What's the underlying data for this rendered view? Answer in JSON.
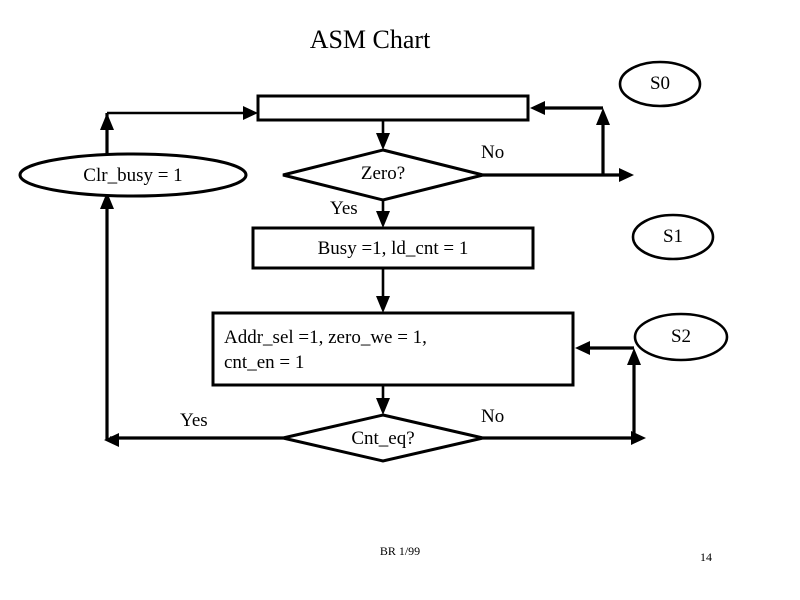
{
  "slide": {
    "title": "ASM Chart",
    "footer_center": "BR 1/99",
    "page_number": "14",
    "background_color": "#ffffff",
    "ink_color": "#000000"
  },
  "diagram": {
    "type": "asm-chart",
    "state_boxes": [
      {
        "id": "state-box-top",
        "label": "",
        "shape": "rectangle"
      },
      {
        "id": "state-box-busy",
        "label": "Busy =1, ld_cnt = 1",
        "shape": "rectangle"
      },
      {
        "id": "state-box-addr",
        "label_line1": "Addr_sel =1, zero_we = 1,",
        "label_line2": "cnt_en = 1",
        "shape": "rectangle"
      }
    ],
    "decisions": [
      {
        "id": "decision-zero",
        "label": "Zero?",
        "true_label": "Yes",
        "false_label": "No"
      },
      {
        "id": "decision-cnt-eq",
        "label": "Cnt_eq?",
        "true_label": "Yes",
        "false_label": "No"
      }
    ],
    "conditional_outputs": [
      {
        "id": "cond-clr-busy",
        "label": "Clr_busy = 1",
        "shape": "ellipse"
      }
    ],
    "state_names": [
      {
        "id": "state-name-s0",
        "label": "S0"
      },
      {
        "id": "state-name-s1",
        "label": "S1"
      },
      {
        "id": "state-name-s2",
        "label": "S2"
      }
    ],
    "branch_labels": {
      "zero_yes": "Yes",
      "zero_no": "No",
      "cnt_eq_yes": "Yes",
      "cnt_eq_no": "No"
    }
  }
}
